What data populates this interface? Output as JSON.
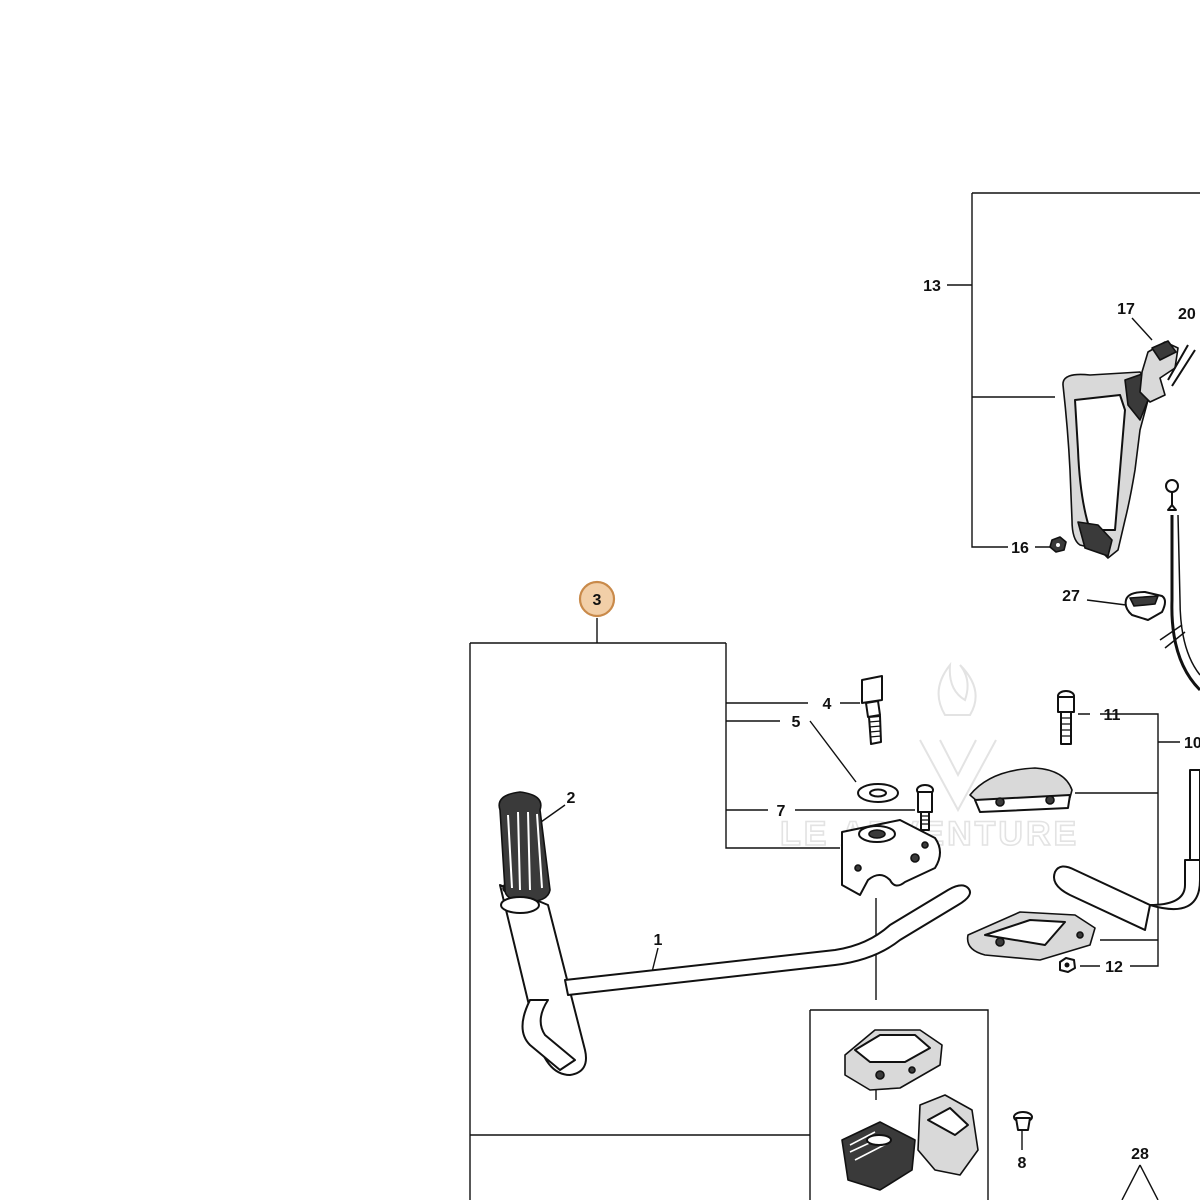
{
  "watermark": "LE ADVENTURE",
  "highlight_color": "#f2cfa8",
  "callouts": {
    "c1": "1",
    "c2": "2",
    "c3": "3",
    "c4": "4",
    "c5": "5",
    "c7": "7",
    "c8": "8",
    "c10": "10",
    "c11": "11",
    "c12": "12",
    "c13": "13",
    "c16": "16",
    "c17": "17",
    "c20": "20",
    "c27": "27",
    "c28": "28"
  },
  "selected_callout": "3"
}
